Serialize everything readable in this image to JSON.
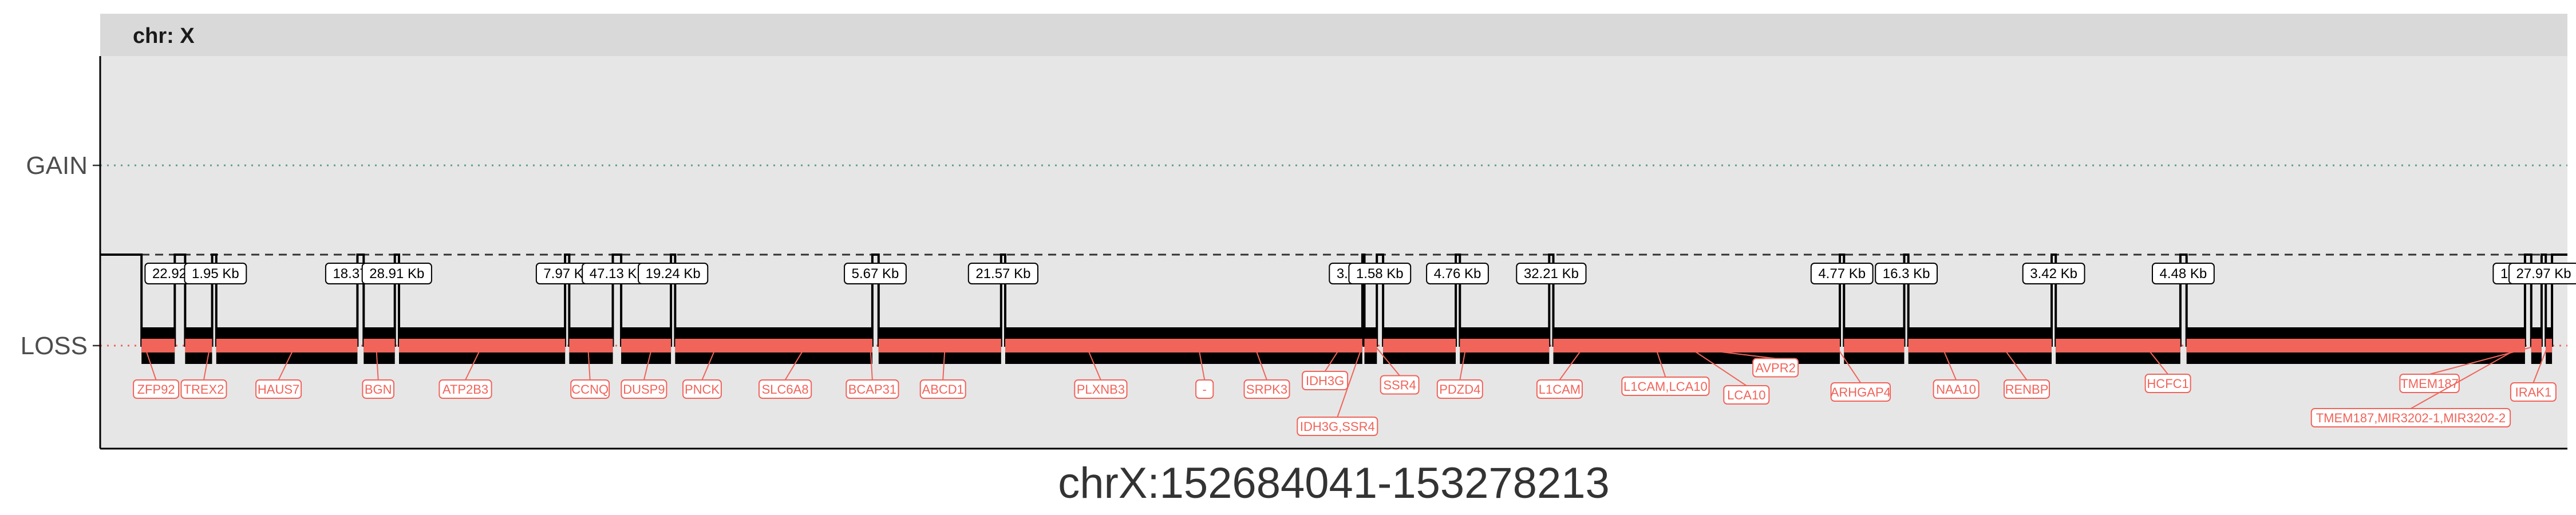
{
  "chart_data": {
    "type": "genomic-segment",
    "facet_label": "chr: X",
    "y_categories": [
      "GAIN",
      "LOSS"
    ],
    "xlabel": "chrX:152684041-153278213",
    "xlim": [
      152684041,
      153278213
    ],
    "colors": {
      "panel": "#e6e6e6",
      "strip": "#d9d9d9",
      "gain_line": "#5f9e8f",
      "loss_line": "#f0645a",
      "segment": "#000000",
      "loss_band": "#f0645a",
      "gene_label": "#f0645a"
    },
    "segments": [
      {
        "start": 152694000,
        "end": 152702000
      },
      {
        "start": 152704500,
        "end": 152711000
      },
      {
        "start": 152712000,
        "end": 152746000
      },
      {
        "start": 152747500,
        "end": 152755000
      },
      {
        "start": 152756000,
        "end": 152796000
      },
      {
        "start": 152797000,
        "end": 152807500
      },
      {
        "start": 152809500,
        "end": 152821500
      },
      {
        "start": 152822500,
        "end": 152870000
      },
      {
        "start": 152871500,
        "end": 152901000
      },
      {
        "start": 152902000,
        "end": 152988000
      },
      {
        "start": 152988500,
        "end": 152991500
      },
      {
        "start": 152993000,
        "end": 153010500
      },
      {
        "start": 153011500,
        "end": 153033000
      },
      {
        "start": 153034000,
        "end": 153103000
      },
      {
        "start": 153104000,
        "end": 153118500
      },
      {
        "start": 153119500,
        "end": 153154000
      },
      {
        "start": 153155000,
        "end": 153185000
      },
      {
        "start": 153186500,
        "end": 153268000
      },
      {
        "start": 153269500,
        "end": 153272000
      },
      {
        "start": 153273000,
        "end": 153274500
      }
    ],
    "gap_sizes": [
      "22.92 Kb",
      "1.95 Kb",
      "18.37 Kb",
      "28.91 Kb",
      "7.97 Kb",
      "47.13 Kb",
      "19.24 Kb",
      "5.67 Kb",
      "21.57 Kb",
      "3.13 Kb",
      "1.58 Kb",
      "4.76 Kb",
      "32.21 Kb",
      "4.77 Kb",
      "16.3 Kb",
      "3.42 Kb",
      "4.48 Kb",
      "10.17 Kb",
      "27.97 Kb"
    ],
    "gap_label_positions": [
      152703200,
      152711800,
      152746700,
      152755500,
      152796500,
      152808500,
      152822000,
      152870700,
      152901500,
      152987500,
      152992200,
      153010900,
      153033500,
      153103500,
      153119000,
      153154500,
      153185700,
      153268700,
      153272500
    ],
    "gene_labels": [
      {
        "label": "ZFP92",
        "pos": 152697500,
        "row": 0
      },
      {
        "label": "TREX2",
        "pos": 152709000,
        "row": 0
      },
      {
        "label": "HAUS7",
        "pos": 152727000,
        "row": 0
      },
      {
        "label": "BGN",
        "pos": 152751000,
        "row": 0
      },
      {
        "label": "ATP2B3",
        "pos": 152772000,
        "row": 0
      },
      {
        "label": "CCNQ",
        "pos": 152802000,
        "row": 0
      },
      {
        "label": "DUSP9",
        "pos": 152815000,
        "row": 0
      },
      {
        "label": "PNCK",
        "pos": 152829000,
        "row": 0
      },
      {
        "label": "SLC6A8",
        "pos": 152849000,
        "row": 0
      },
      {
        "label": "BCAP31",
        "pos": 152870000,
        "row": 0
      },
      {
        "label": "ABCD1",
        "pos": 152887000,
        "row": 0
      },
      {
        "label": "PLXNB3",
        "pos": 152925000,
        "row": 0
      },
      {
        "label": "-",
        "pos": 152950000,
        "row": 0
      },
      {
        "label": "SRPK3",
        "pos": 152965000,
        "row": 0
      },
      {
        "label": "IDH3G",
        "pos": 152979000,
        "row": -0.3
      },
      {
        "label": "IDH3G,SSR4",
        "pos": 152982000,
        "row": 1.3
      },
      {
        "label": "SSR4",
        "pos": 152997000,
        "row": -0.15
      },
      {
        "label": "PDZD4",
        "pos": 153011500,
        "row": 0
      },
      {
        "label": "L1CAM",
        "pos": 153035500,
        "row": 0
      },
      {
        "label": "L1CAM,LCA10",
        "pos": 153061000,
        "row": -0.1
      },
      {
        "label": "LCA10",
        "pos": 153080500,
        "row": 0.2
      },
      {
        "label": "AVPR2",
        "pos": 153087500,
        "row": -0.75
      },
      {
        "label": "ARHGAP4",
        "pos": 153108000,
        "row": 0.1
      },
      {
        "label": "NAA10",
        "pos": 153131000,
        "row": 0
      },
      {
        "label": "RENBP",
        "pos": 153148000,
        "row": 0
      },
      {
        "label": "HCFC1",
        "pos": 153182000,
        "row": -0.2
      },
      {
        "label": "TMEM187",
        "pos": 153245000,
        "row": -0.2
      },
      {
        "label": "TMEM187,MIR3202-1,MIR3202-2",
        "pos": 153240500,
        "row": 1.0
      },
      {
        "label": "IRAK1",
        "pos": 153270000,
        "row": 0.1
      }
    ],
    "gene_label_anchors": [
      152694700,
      152710500,
      152731000,
      152750500,
      152776000,
      152801500,
      152817000,
      152832500,
      152854000,
      152869500,
      152887500,
      152921500,
      152948500,
      152962000,
      152983000,
      152988000,
      152991000,
      153013000,
      153041500,
      153058500,
      153066000,
      153062000,
      153102000,
      153127500,
      153142000,
      153176500,
      153271000,
      153267500,
      153273500
    ]
  }
}
